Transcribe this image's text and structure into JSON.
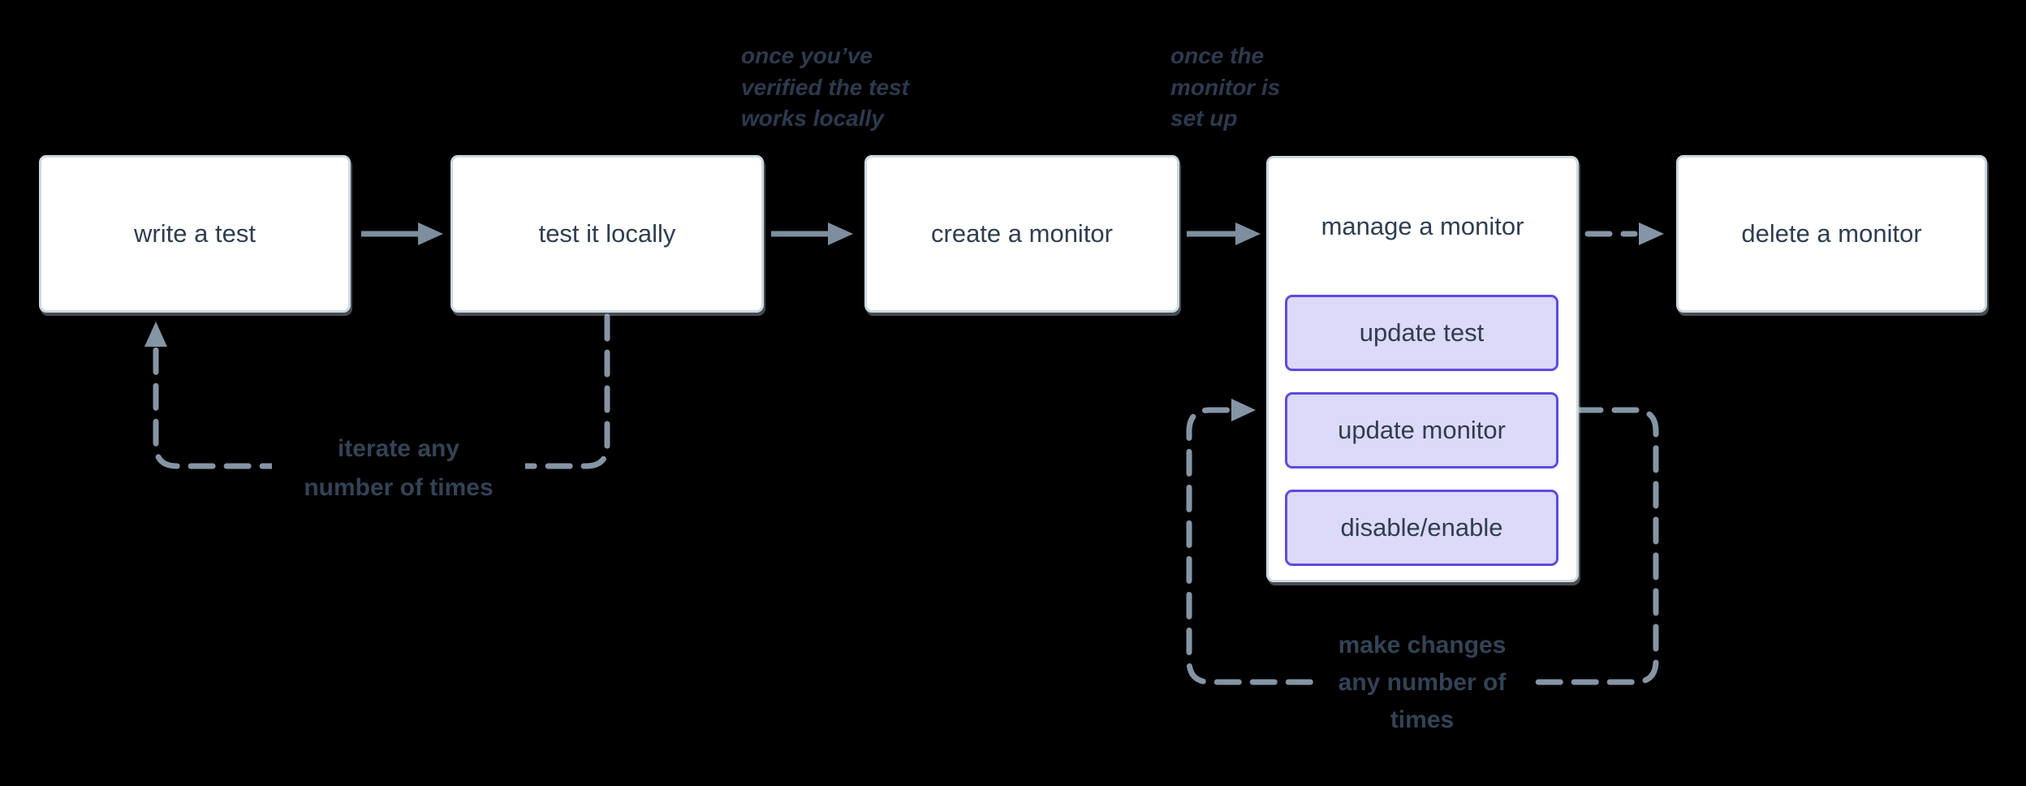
{
  "colors": {
    "background": "#000000",
    "box_fill": "#ffffff",
    "box_border": "#ccd9e3",
    "box_text": "#2f3e51",
    "subbox_fill": "#ddd9f8",
    "subbox_border": "#5b4ce0",
    "arrow": "#7d8e9e",
    "dashed": "#8595a5",
    "annotation_text": "#2c3a4e",
    "loop_label_text": "#334356"
  },
  "boxes": [
    {
      "label": "write a test"
    },
    {
      "label": "test it locally"
    },
    {
      "label": "create a monitor"
    },
    {
      "label": "manage a monitor",
      "children": [
        {
          "label": "update test"
        },
        {
          "label": "update monitor"
        },
        {
          "label": "disable/enable"
        }
      ]
    },
    {
      "label": "delete a monitor"
    }
  ],
  "annotations": [
    {
      "lines": [
        "once you’ve",
        "verified the test",
        "works locally"
      ]
    },
    {
      "lines": [
        "once the",
        "monitor is",
        "set up"
      ]
    }
  ],
  "loop_labels": [
    {
      "lines": [
        "iterate any",
        "number of times"
      ]
    },
    {
      "lines": [
        "make changes",
        "any number of",
        "times"
      ]
    }
  ]
}
